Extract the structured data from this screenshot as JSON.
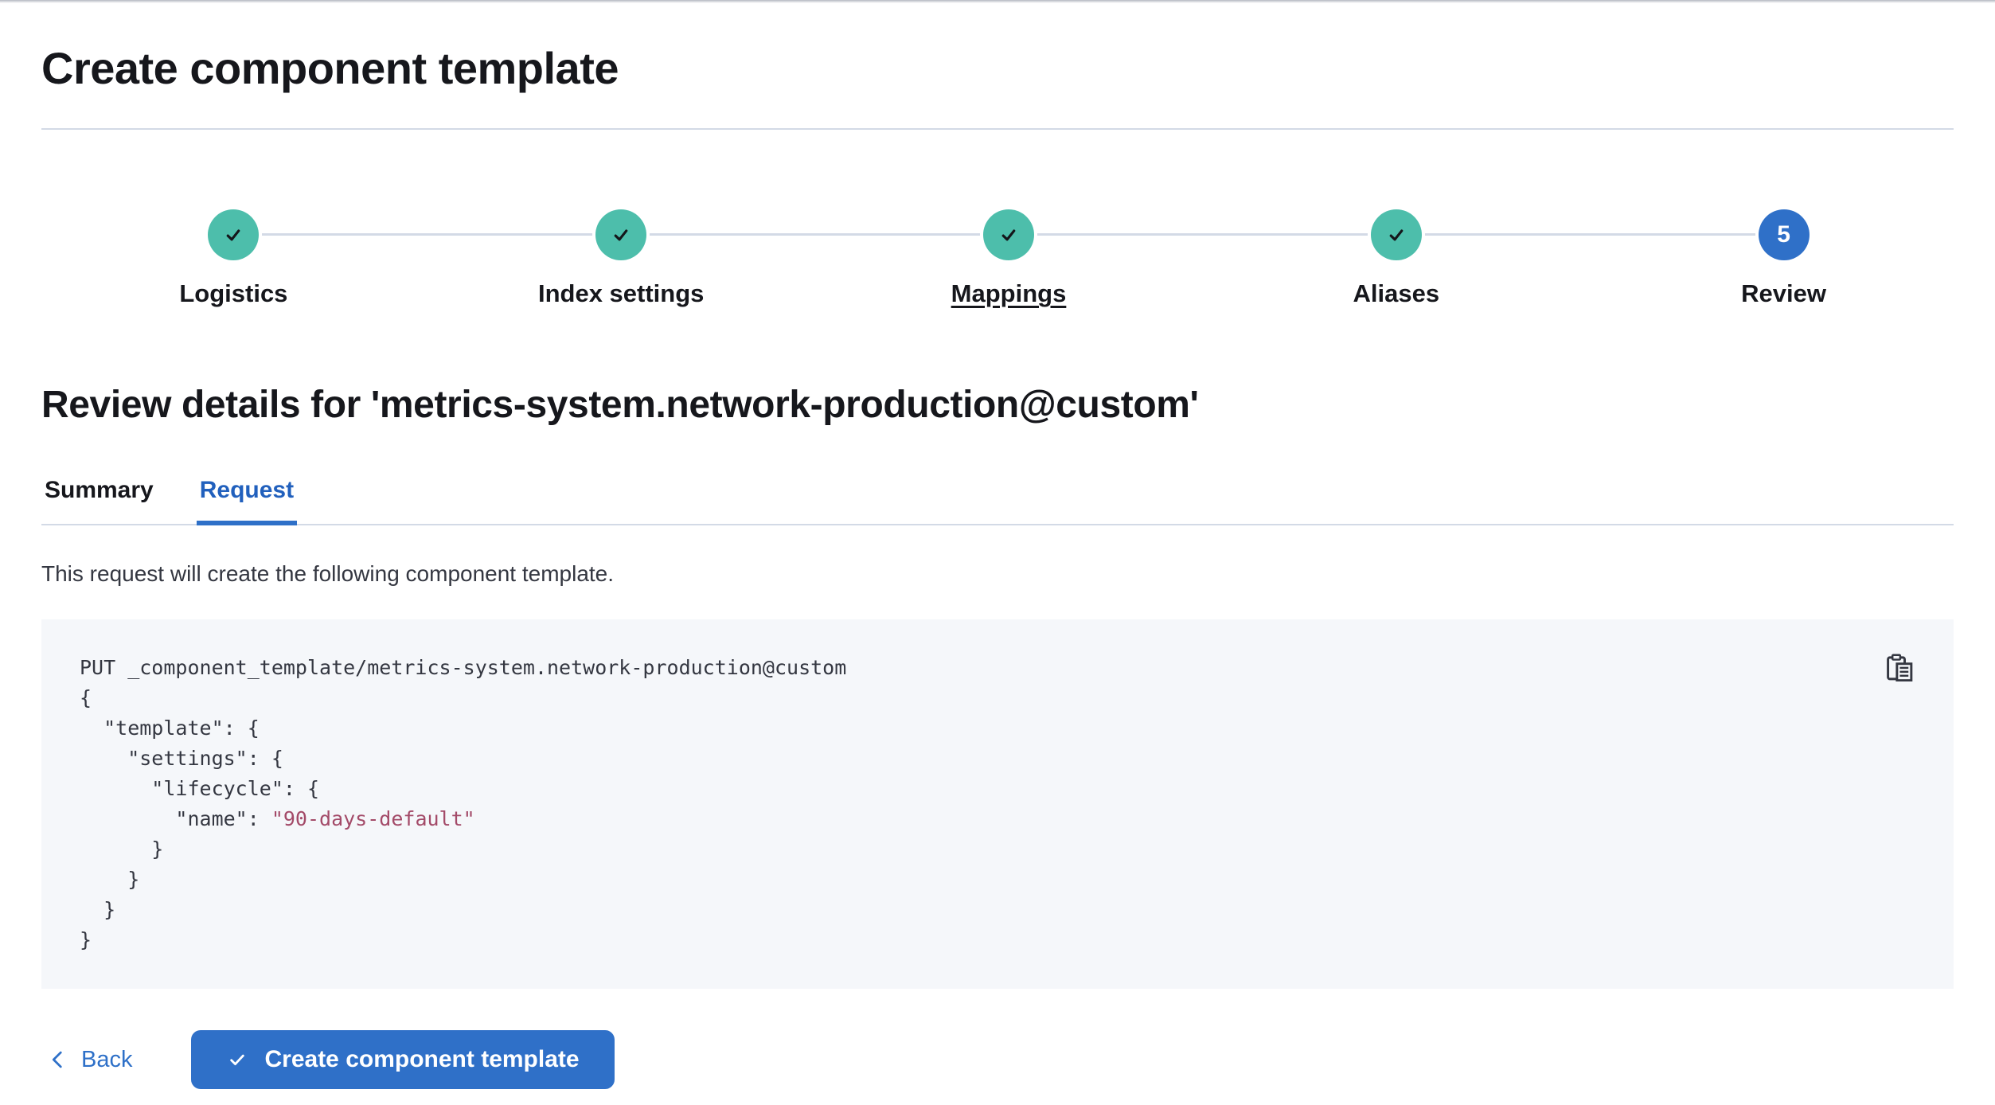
{
  "page": {
    "title": "Create component template"
  },
  "stepper": {
    "steps": [
      {
        "label": "Logistics",
        "status": "complete"
      },
      {
        "label": "Index settings",
        "status": "complete"
      },
      {
        "label": "Mappings",
        "status": "complete"
      },
      {
        "label": "Aliases",
        "status": "complete"
      },
      {
        "label": "Review",
        "status": "current",
        "number": "5"
      }
    ]
  },
  "review": {
    "heading": "Review details for 'metrics-system.network-production@custom'",
    "tabs": [
      {
        "label": "Summary",
        "active": false
      },
      {
        "label": "Request",
        "active": true
      }
    ],
    "description": "This request will create the following component template."
  },
  "code": {
    "lines": [
      "PUT _component_template/metrics-system.network-production@custom",
      "{",
      "  \"template\": {",
      "    \"settings\": {",
      "      \"lifecycle\": {",
      "      }",
      "    }",
      "  }",
      "}"
    ],
    "name_line": {
      "key": "        \"name\": ",
      "value": "\"90-days-default\""
    },
    "copy_icon": "copy-icon"
  },
  "footer": {
    "back_label": "Back",
    "create_label": "Create component template"
  },
  "colors": {
    "primary": "#2f70c8",
    "success_teal": "#4dbeab",
    "border": "#d3dae6",
    "code_background": "#f5f7fa",
    "code_string": "#a34a68",
    "text_dark": "#16171c"
  }
}
